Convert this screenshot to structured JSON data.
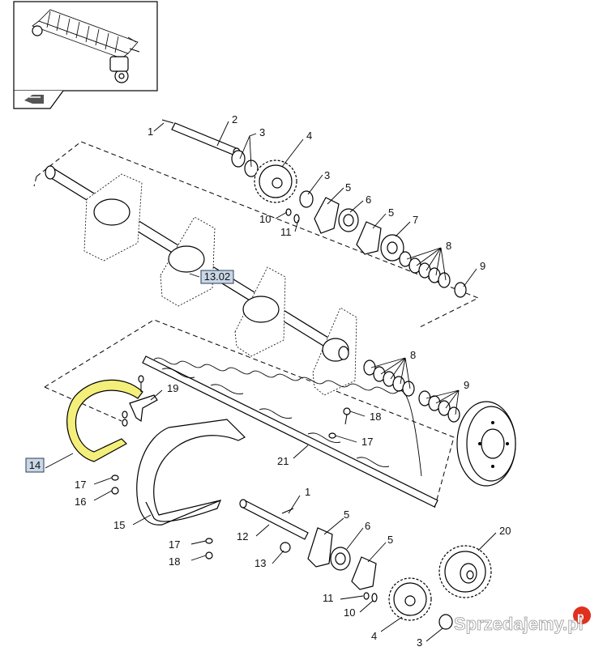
{
  "diagram": {
    "callouts": {
      "c1_top": "1",
      "c2": "2",
      "c3_top": "3",
      "c4_top": "4",
      "c3_mid": "3",
      "c5_a": "5",
      "c6_top": "6",
      "c5_b": "5",
      "c7": "7",
      "c10_top": "10",
      "c11_top": "11",
      "c8_top": "8",
      "c9_top": "9",
      "c8_mid": "8",
      "c9_mid": "9",
      "c19": "19",
      "c18_right": "18",
      "c17_right": "17",
      "c21": "21",
      "c17_left": "17",
      "c16": "16",
      "c15": "15",
      "c1_bottom": "1",
      "c12": "12",
      "c17_bottom": "17",
      "c18_bottom": "18",
      "c13": "13",
      "c5_c": "5",
      "c6_bottom": "6",
      "c5_d": "5",
      "c20": "20",
      "c11_bottom": "11",
      "c10_bottom": "10",
      "c4_bottom": "4",
      "c3_bottom": "3"
    },
    "ref_box": "13.02",
    "selected_part": "14",
    "highlight_color": "#f3ef7a",
    "ref_box_color": "#c9d6e6",
    "thumbnail_icon": "machine-overview-icon",
    "nav_icon": "page-arrow-icon"
  },
  "watermark": "Sprzedajemy.pl"
}
